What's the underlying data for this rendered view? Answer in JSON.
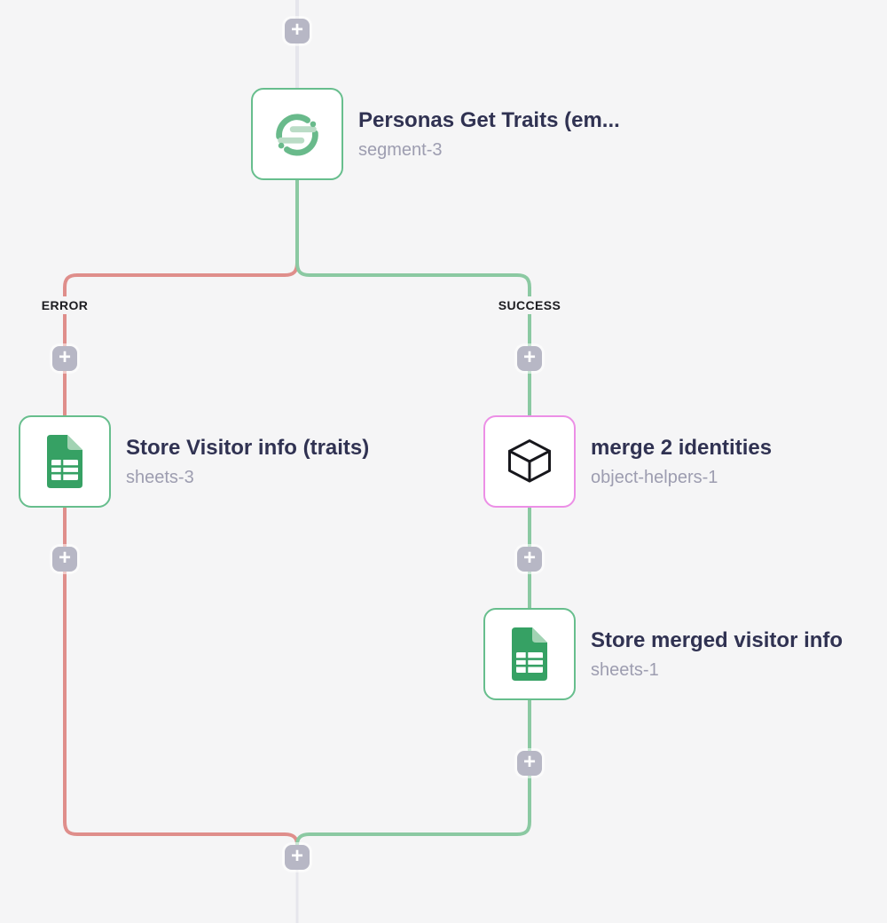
{
  "colors": {
    "bg": "#f5f5f6",
    "error": "#df8e8b",
    "success": "#8bc9a2",
    "neutral": "#e6e6ec",
    "border-green": "#67be8d",
    "border-pink": "#ec8fe6",
    "node-bg": "#ffffff",
    "plus-bg": "#b7b7c5",
    "title": "#303252",
    "subtitle": "#9d9db0",
    "label": "#1c1c20",
    "seg-dark": "#69ba8b",
    "seg-light": "#badcc6",
    "sheets-green": "#36a164",
    "sheets-fold": "#a2d3b3",
    "cube": "#17171c"
  },
  "branch_labels": {
    "error": "ERROR",
    "success": "SUCCESS"
  },
  "icons": {
    "plus_glyph": "+"
  },
  "nodes": [
    {
      "title": "Personas Get Traits (em...",
      "subtitle": "segment-3",
      "icon": "segment-icon"
    },
    {
      "title": "Store Visitor info (traits)",
      "subtitle": "sheets-3",
      "icon": "google-sheets-icon"
    },
    {
      "title": "merge 2 identities",
      "subtitle": "object-helpers-1",
      "icon": "cube-icon"
    },
    {
      "title": "Store merged visitor info",
      "subtitle": "sheets-1",
      "icon": "google-sheets-icon"
    }
  ]
}
